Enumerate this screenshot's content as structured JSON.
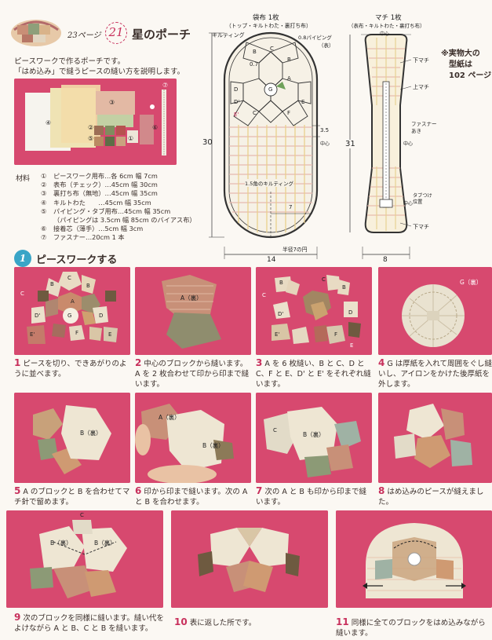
{
  "header": {
    "page_ref": "23ページ",
    "number": "21",
    "title": "星のポーチ",
    "intro1": "ピースワークで作るポーチです。",
    "intro2": "「はめ込み」で縫うピースの縫い方を説明します。"
  },
  "materials": {
    "heading": "材料",
    "items": [
      {
        "num": "①",
        "text": "ピースワーク用布…各 6cm 幅 7cm"
      },
      {
        "num": "②",
        "text": "表布（チェック）…45cm 幅 30cm"
      },
      {
        "num": "③",
        "text": "裏打ち布（無地）…45cm 幅 35cm"
      },
      {
        "num": "④",
        "text": "キルトわた　　…45cm 幅 35cm"
      },
      {
        "num": "⑤",
        "text": "パイピング・タブ用布…45cm 幅 35cm"
      },
      {
        "num": "",
        "text": "（パイピングは 3.5cm 幅 85cm のバイアス布）"
      },
      {
        "num": "⑥",
        "text": "接着芯（薄手）…5cm 幅 3cm"
      },
      {
        "num": "⑦",
        "text": "ファスナー…20cm 1 本"
      }
    ],
    "photo_labels": [
      "①",
      "②",
      "③",
      "④",
      "⑤",
      "⑥",
      "⑦"
    ]
  },
  "pattern_bag": {
    "title": "袋布 1枚",
    "subtitle": "（トップ・キルトわた・裏打ち布）",
    "quilting": "キルティング",
    "piping": "0.8パイピング",
    "piping2": "（表）",
    "h_dim": "30",
    "w_dim": "14",
    "dim_35": "3.5",
    "center": "0.7",
    "grid": "1.5角のキルティング",
    "mark_7": "7",
    "radius": "半径7の円",
    "center_label": "中心",
    "letters": [
      "B",
      "C",
      "B",
      "D",
      "A",
      "G",
      "D'",
      "E'",
      "C",
      "F",
      "E"
    ]
  },
  "pattern_gusset": {
    "title": "マチ 1枚",
    "subtitle": "（表布・キルトわた・裏打ち布）",
    "center_top": "中心",
    "h_dim": "31",
    "w_dim": "8",
    "labels": [
      "下マチ",
      "上マチ",
      "ファスナーあき",
      "中心",
      "タブつけ位置",
      "下マチ",
      "中心"
    ]
  },
  "note": {
    "line1": "※実物大の",
    "line2": "型紙は",
    "line3": "102 ページ"
  },
  "section": {
    "num": "1",
    "title": "ピースワークする"
  },
  "steps": [
    {
      "n": "1",
      "text": "ピースを切り、できあがりのように並べます。",
      "labels": [
        "B",
        "B",
        "C",
        "C",
        "A",
        "D'",
        "G",
        "D",
        "E'",
        "F",
        "E"
      ]
    },
    {
      "n": "2",
      "text": "中心のブロックから縫います。A を 2 枚合わせて印から印まで縫います。",
      "labels": [
        "A（裏）"
      ]
    },
    {
      "n": "3",
      "text": "A を 6 枚縫い、B と C、D と C、F と E、D' と E' をそれぞれ縫います。",
      "labels": [
        "B",
        "C",
        "C",
        "B",
        "D",
        "D'",
        "F",
        "E'",
        "E"
      ]
    },
    {
      "n": "4",
      "text": "G は厚紙を入れて周囲をぐし縫いし、アイロンをかけた後厚紙を外します。",
      "labels": [
        "G（裏）"
      ]
    },
    {
      "n": "5",
      "text": "A のブロックと B を合わせてマチ針で留めます。",
      "labels": [
        "B（裏）"
      ]
    },
    {
      "n": "6",
      "text": "印から印まで縫います。次の A と B を合わせます。",
      "labels": [
        "A（裏）",
        "B（裏）"
      ]
    },
    {
      "n": "7",
      "text": "次の A と B も印から印まで縫います。",
      "labels": [
        "C",
        "B（裏）"
      ]
    },
    {
      "n": "8",
      "text": "はめ込みのピースが縫えました。",
      "labels": []
    },
    {
      "n": "9",
      "text": "次のブロックを同様に縫います。縫い代をよけながら A と B、C と B を縫います。",
      "labels": [
        "C",
        "B（裏）",
        "B（裏）"
      ]
    },
    {
      "n": "10",
      "text": "表に返した所です。",
      "labels": []
    },
    {
      "n": "11",
      "text": "同様に全てのブロックをはめ込みながら縫います。",
      "labels": []
    }
  ]
}
